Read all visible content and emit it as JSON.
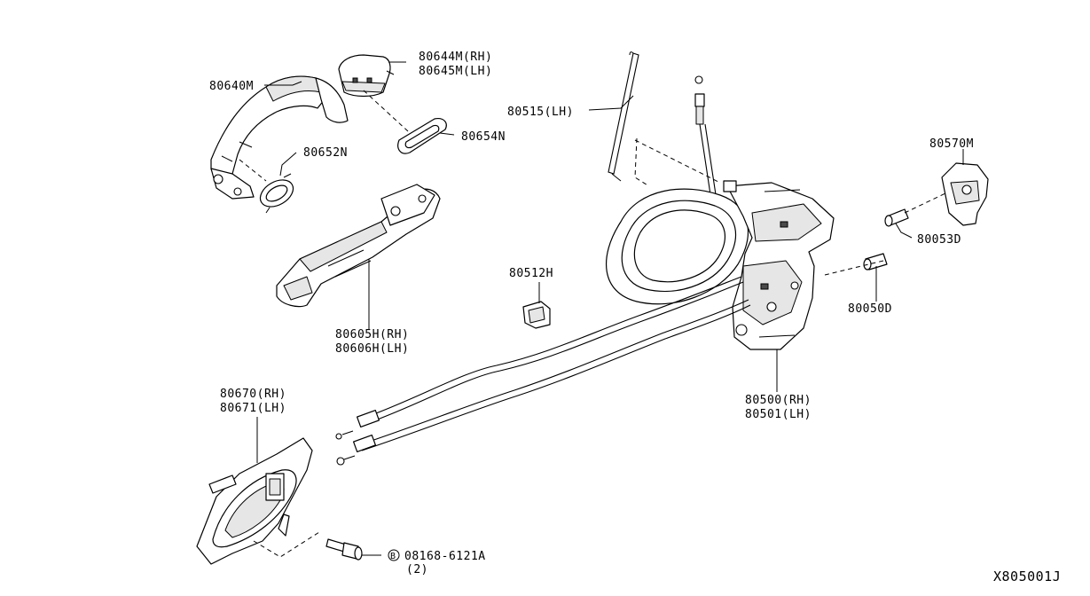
{
  "diagram": {
    "code": "X805001J",
    "parts": {
      "p80640m": "80640M",
      "p80644m": "80644M(RH)",
      "p80645m": "80645M(LH)",
      "p80654n": "80654N",
      "p80652n": "80652N",
      "p80515": "80515(LH)",
      "p80570m": "80570M",
      "p80053d": "80053D",
      "p80050d": "80050D",
      "p80512h": "80512H",
      "p80605h": "80605H(RH)",
      "p80606h": "80606H(LH)",
      "p80500": "80500(RH)",
      "p80501": "80501(LH)",
      "p80670": "80670(RH)",
      "p80671": "80671(LH)",
      "p08168": "08168-6121A",
      "p08168_qty": "(2)",
      "bolt_marker": "B"
    }
  }
}
